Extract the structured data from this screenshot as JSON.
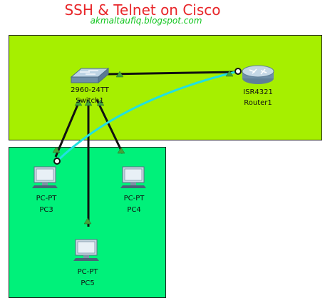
{
  "title": "SSH & Telnet on Cisco",
  "subtitle": "akmaltaufiq.blogspot.com",
  "colors": {
    "title": "#e8262a",
    "subtitle": "#10c51e",
    "top_zone": "#a6ef00",
    "bottom_zone": "#00f17a",
    "console_cable": "#22e0e0",
    "link_up": "#43a43a"
  },
  "devices": {
    "switch": {
      "model": "2960-24TT",
      "name": "Switch1"
    },
    "router": {
      "model": "ISR4321",
      "name": "Router1"
    },
    "pc3": {
      "model": "PC-PT",
      "name": "PC3"
    },
    "pc4": {
      "model": "PC-PT",
      "name": "PC4"
    },
    "pc5": {
      "model": "PC-PT",
      "name": "PC5"
    }
  }
}
